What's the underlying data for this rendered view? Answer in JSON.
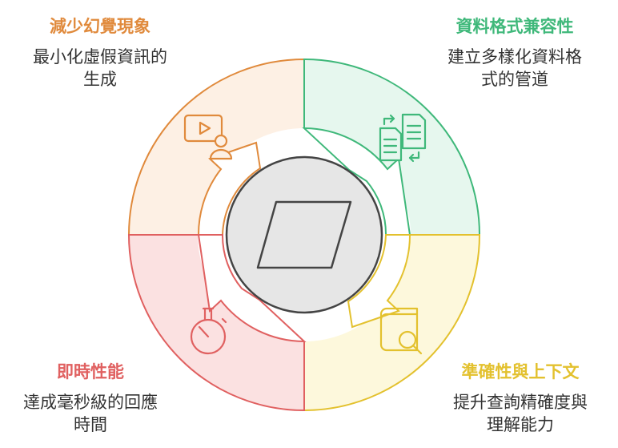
{
  "colors": {
    "orange": "#e08a3c",
    "green": "#3fb87a",
    "yellow": "#e3c12e",
    "red": "#e06060",
    "center_fill": "#e6e6e6",
    "center_stroke": "#444444"
  },
  "sections": {
    "top_left": {
      "title": "減少幻覺現象",
      "desc_line1": "最小化虛假資訊的",
      "desc_line2": "生成",
      "icon": "video-user-icon"
    },
    "top_right": {
      "title": "資料格式兼容性",
      "desc_line1": "建立多樣化資料格",
      "desc_line2": "式的管道",
      "icon": "document-transfer-icon"
    },
    "bottom_left": {
      "title": "即時性能",
      "desc_line1": "達成毫秒級的回應",
      "desc_line2": "時間",
      "icon": "stopwatch-icon"
    },
    "bottom_right": {
      "title": "準確性與上下文",
      "desc_line1": "提升查詢精確度與",
      "desc_line2": "理解能力",
      "icon": "book-search-icon"
    }
  },
  "center": {
    "icon": "parallelogram-icon"
  }
}
